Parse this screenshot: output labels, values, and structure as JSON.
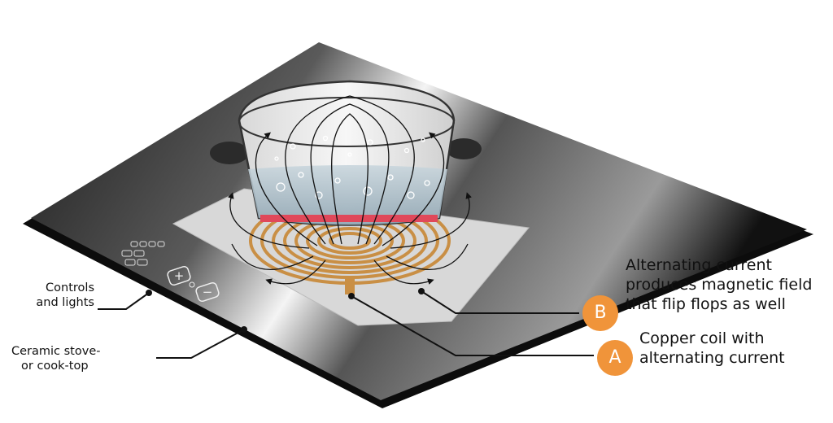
{
  "labels": {
    "controls": [
      "Controls",
      "and lights"
    ],
    "cooktop": [
      "Ceramic stove-",
      "or cook-top"
    ],
    "b_text": [
      "Alternating current",
      "produces magnetic field",
      "that flip flops as well"
    ],
    "a_text": [
      "Copper coil with",
      "alternating current"
    ]
  },
  "badges": {
    "a": "A",
    "b": "B"
  },
  "controls_panel": {
    "plus": "+",
    "minus": "−"
  },
  "colors": {
    "badge": "#f0943a",
    "coil": "#d9a35c",
    "heater": "#e0485a",
    "water": "#b9c7cf"
  }
}
